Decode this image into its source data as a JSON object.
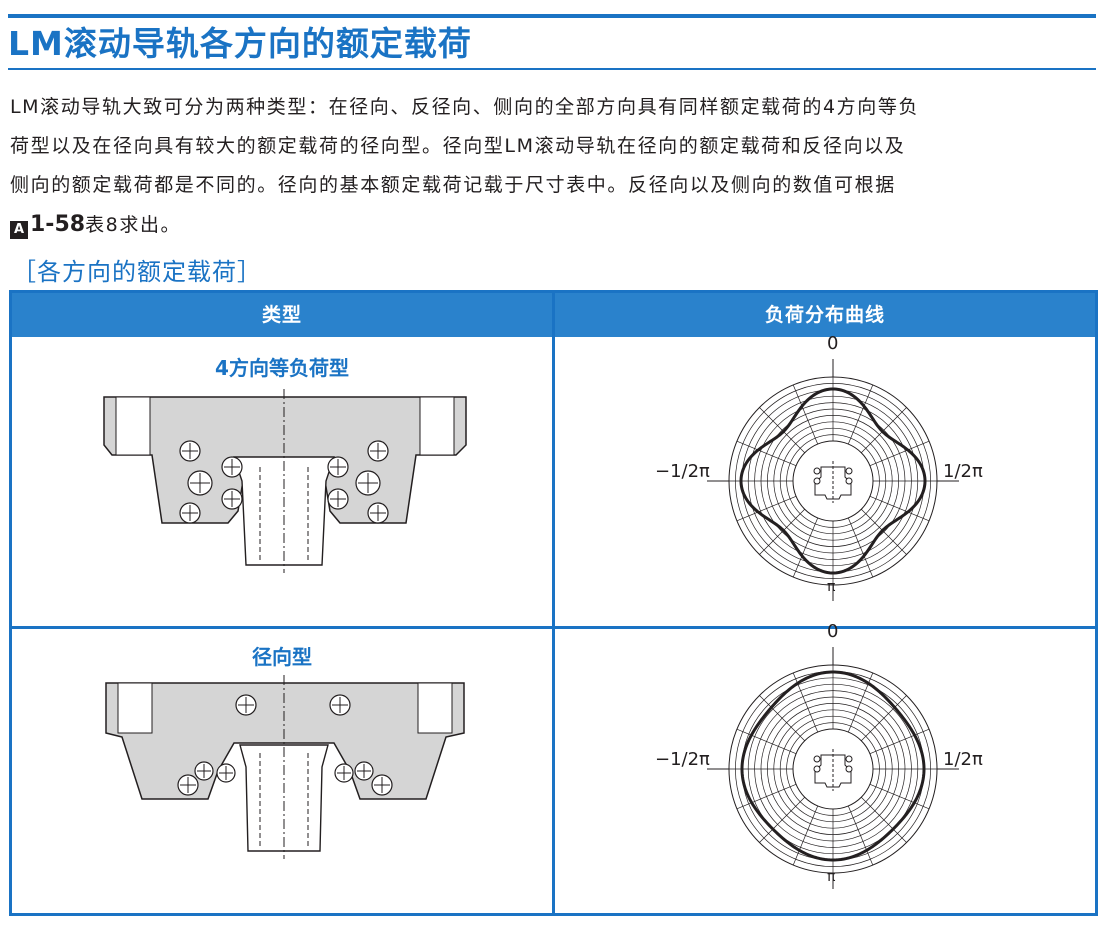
{
  "page": {
    "title": "LM滚动导轨各方向的额定载荷",
    "paragraph_lines": [
      "LM滚动导轨大致可分为两种类型：在径向、反径向、侧向的全部方向具有同样额定载荷的4方向等负",
      "荷型以及在径向具有较大的额定载荷的径向型。径向型LM滚动导轨在径向的额定载荷和反径向以及",
      "侧向的额定载荷都是不同的。径向的基本额定载荷记载于尺寸表中。反径向以及侧向的数值可根据"
    ],
    "ref_badge": "A",
    "ref_page": "1-58",
    "ref_suffix": "表8求出。",
    "section_heading": "［各方向的额定载荷］"
  },
  "table": {
    "headers": [
      "类型",
      "负荷分布曲线"
    ],
    "rows": [
      {
        "type_label": "4方向等负荷型",
        "chart": {
          "top": "0",
          "left": "−1/2π",
          "right": "1/2π",
          "bottom": "π"
        }
      },
      {
        "type_label": "径向型",
        "chart": {
          "top": "0",
          "left": "−1/2π",
          "right": "1/2π",
          "bottom": "π"
        }
      }
    ]
  },
  "colors": {
    "accent": "#1a73c4",
    "header_bg": "#2a82cc",
    "block_fill": "#d5d5d5"
  }
}
